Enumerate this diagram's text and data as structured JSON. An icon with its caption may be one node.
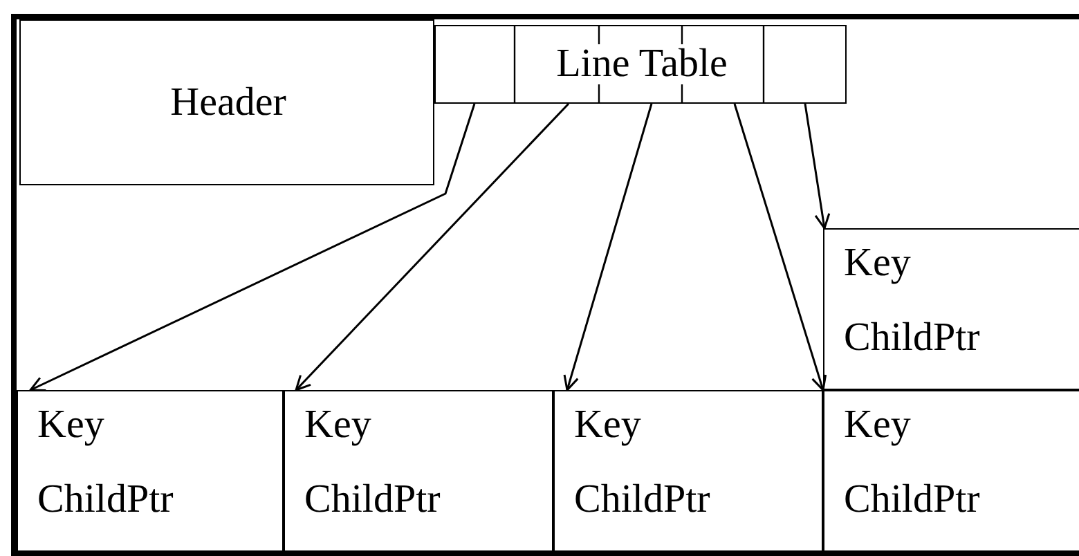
{
  "diagram": {
    "nodes": [
      {
        "text": [],
        "shape": "box"
      },
      {
        "text": [
          "Header"
        ],
        "in": 0
      },
      {
        "text": [
          "Line Table"
        ],
        "in": 0
      },
      {
        "text": [
          "Key",
          "ChildPtr"
        ],
        "in": 0
      },
      {
        "text": [
          "Key",
          "ChildPtr"
        ],
        "in": 0
      },
      {
        "text": [
          "Key",
          "ChildPtr"
        ],
        "in": 0
      },
      {
        "text": [
          "Key",
          "ChildPtr"
        ],
        "in": 0
      },
      {
        "text": [
          "Key",
          "ChildPtr"
        ],
        "in": 0
      }
    ],
    "edges": [
      {
        "from": 2,
        "to": 4,
        "arrow": "to"
      },
      {
        "from": 2,
        "to": 5,
        "arrow": "to"
      },
      {
        "from": 2,
        "to": 6,
        "arrow": "to"
      },
      {
        "from": 2,
        "to": 7,
        "arrow": "to"
      },
      {
        "from": 2,
        "to": 3,
        "arrow": "to"
      }
    ]
  }
}
